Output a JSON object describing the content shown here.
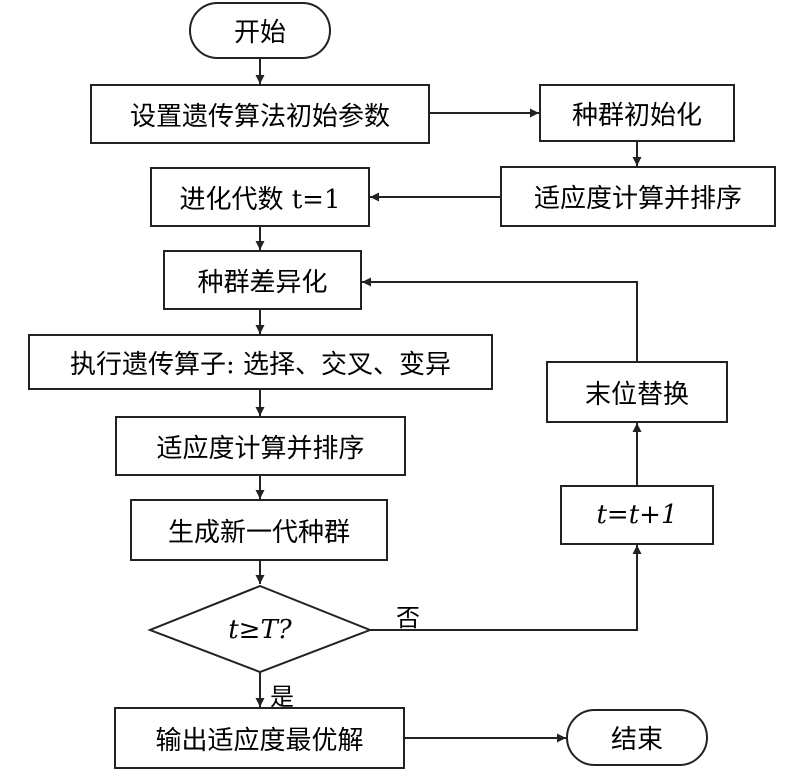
{
  "nodes": {
    "start": "开始",
    "set_params": "设置遗传算法初始参数",
    "pop_init": "种群初始化",
    "fitness_sort_1": "适应度计算并排序",
    "gen_count": "进化代数 t=1",
    "pop_diff": "种群差异化",
    "exec_ops": "执行遗传算子: 选择、交叉、变异",
    "fitness_sort_2": "适应度计算并排序",
    "new_gen": "生成新一代种群",
    "condition": "t≥T?",
    "output": "输出适应度最优解",
    "end": "结束",
    "increment": "t=t+1",
    "replace_last": "末位替换"
  },
  "edge_labels": {
    "no": "否",
    "yes": "是"
  }
}
